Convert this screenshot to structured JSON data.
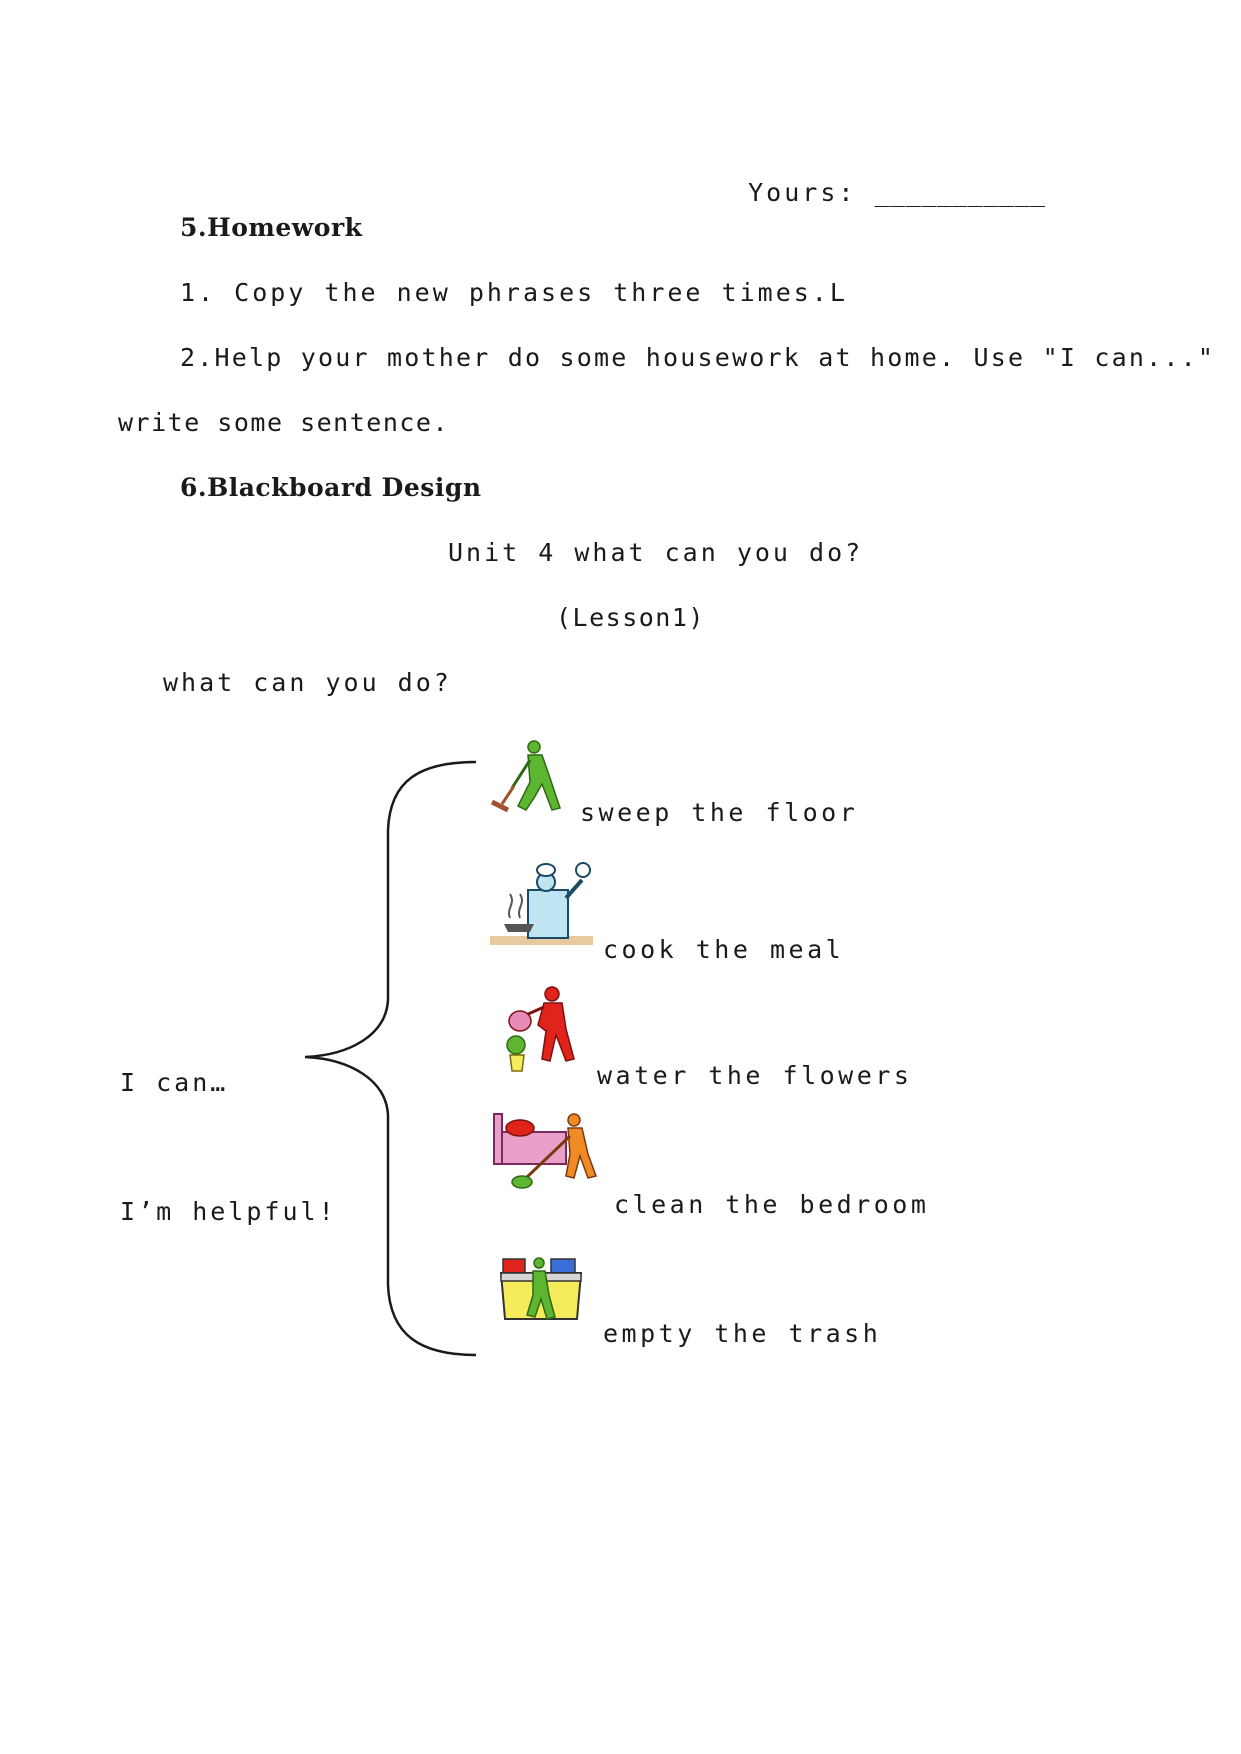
{
  "signature": {
    "label": "Yours:",
    "blank": "___________"
  },
  "homework": {
    "heading": "5.Homework",
    "item1": "1. Copy the new phrases three times.L",
    "item2_line1": "2.Help your mother do some housework at home. Use \"I can...\"",
    "item2_line2": "write some sentence."
  },
  "blackboard": {
    "heading": "6.Blackboard Design",
    "title": "Unit 4 what can you do?",
    "subtitle": "(Lesson1)",
    "question": "what can you do?",
    "left_line1": "I can…",
    "left_line2": "I’m helpful!",
    "activities": [
      {
        "label": "sweep the floor",
        "icon": "sweep-floor-icon"
      },
      {
        "label": "cook the meal",
        "icon": "cook-meal-icon"
      },
      {
        "label": "water the flowers",
        "icon": "water-flowers-icon"
      },
      {
        "label": "clean the bedroom",
        "icon": "clean-bedroom-icon"
      },
      {
        "label": "empty the trash",
        "icon": "empty-trash-icon"
      }
    ]
  },
  "colors": {
    "green": "#5db531",
    "red": "#e0241c",
    "orange": "#f08a24",
    "lightblue": "#bfe4f2",
    "pink": "#e8a0c8",
    "yellow": "#f4ec5a",
    "brown": "#a0522d"
  }
}
